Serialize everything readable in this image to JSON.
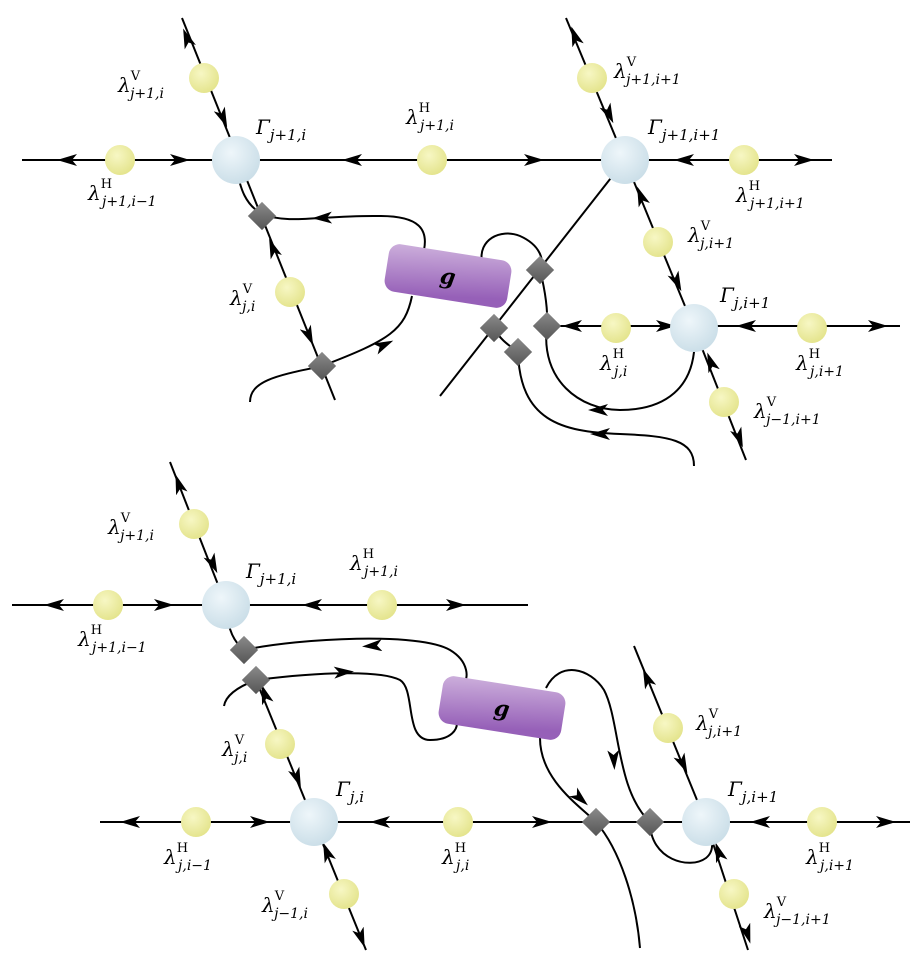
{
  "colors": {
    "tensor_fill": "#d6e6ee",
    "weight_fill": "#eeee9c",
    "gate_top": "#c8a8d8",
    "gate_bottom": "#9a62bb",
    "diamond": "#6e6e6e",
    "line": "#000000"
  },
  "gate": {
    "label": "g"
  },
  "top": {
    "gamma": [
      {
        "base": "Γ",
        "sub": "j+1,i"
      },
      {
        "base": "Γ",
        "sub": "j+1,i+1"
      },
      {
        "base": "Γ",
        "sub": "j,i+1"
      }
    ],
    "lambda": [
      {
        "base": "λ",
        "sup": "V",
        "sub": "j+1,i"
      },
      {
        "base": "λ",
        "sup": "H",
        "sub": "j+1,i−1"
      },
      {
        "base": "λ",
        "sup": "H",
        "sub": "j+1,i"
      },
      {
        "base": "λ",
        "sup": "V",
        "sub": "j,i"
      },
      {
        "base": "λ",
        "sup": "V",
        "sub": "j+1,i+1"
      },
      {
        "base": "λ",
        "sup": "H",
        "sub": "j+1,i+1"
      },
      {
        "base": "λ",
        "sup": "V",
        "sub": "j,i+1"
      },
      {
        "base": "λ",
        "sup": "H",
        "sub": "j,i"
      },
      {
        "base": "λ",
        "sup": "H",
        "sub": "j,i+1"
      },
      {
        "base": "λ",
        "sup": "V",
        "sub": "j−1,i+1"
      }
    ]
  },
  "bottom": {
    "gamma": [
      {
        "base": "Γ",
        "sub": "j+1,i"
      },
      {
        "base": "Γ",
        "sub": "j,i"
      },
      {
        "base": "Γ",
        "sub": "j,i+1"
      }
    ],
    "lambda": [
      {
        "base": "λ",
        "sup": "V",
        "sub": "j+1,i"
      },
      {
        "base": "λ",
        "sup": "H",
        "sub": "j+1,i"
      },
      {
        "base": "λ",
        "sup": "H",
        "sub": "j+1,i−1"
      },
      {
        "base": "λ",
        "sup": "V",
        "sub": "j,i"
      },
      {
        "base": "λ",
        "sup": "V",
        "sub": "j,i+1"
      },
      {
        "base": "λ",
        "sup": "H",
        "sub": "j,i−1"
      },
      {
        "base": "λ",
        "sup": "H",
        "sub": "j,i"
      },
      {
        "base": "λ",
        "sup": "H",
        "sub": "j,i+1"
      },
      {
        "base": "λ",
        "sup": "V",
        "sub": "j−1,i"
      },
      {
        "base": "λ",
        "sup": "V",
        "sub": "j−1,i+1"
      }
    ]
  }
}
